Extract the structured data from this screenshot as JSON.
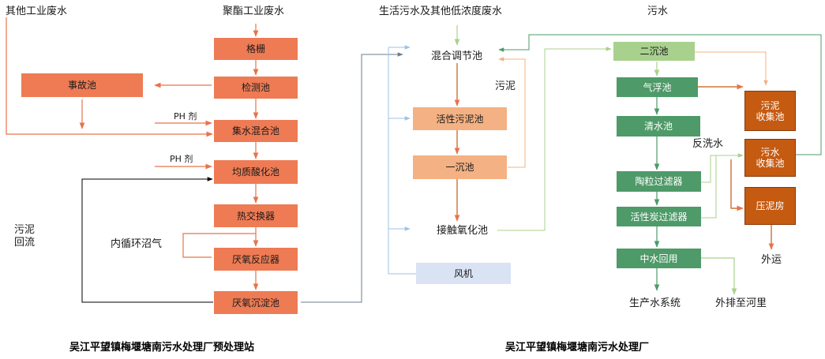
{
  "left": {
    "inputs": {
      "other_industrial": "其他工业废水",
      "polyester": "聚酯工业废水"
    },
    "boxes": {
      "grille": "格栅",
      "inspection": "检测池",
      "accident": "事故池",
      "collection_mix": "集水混合池",
      "equalization_acid": "均质酸化池",
      "heat_exchanger": "热交换器",
      "anaerobic_reactor": "厌氧反应器",
      "anaerobic_settling": "厌氧沉淀池"
    },
    "labels": {
      "ph1": "PH 剂",
      "ph2": "PH 剂",
      "sludge_return": "污泥\n回流",
      "internal_biogas": "内循环沼气"
    },
    "caption": "吴江平望镇梅堰塘南污水处理厂预处理站"
  },
  "middle": {
    "inputs": {
      "domestic": "生活污水及其他低浓度废水"
    },
    "boxes": {
      "activated_sludge": "活性污泥池",
      "primary_settling": "一沉池",
      "blower": "风机"
    },
    "labels": {
      "mix_regulation": "混合调节池",
      "sludge": "污泥",
      "contact_oxidation": "接触氧化池"
    }
  },
  "right": {
    "inputs": {
      "sewage": "污水"
    },
    "boxes": {
      "secondary_settling": "二沉池",
      "air_flotation": "气浮池",
      "clear_water": "清水池",
      "ceramic_filter": "陶粒过滤器",
      "carbon_filter": "活性炭过滤器",
      "reuse_water": "中水回用",
      "sludge_collection": "污泥\n收集池",
      "wastewater_collection": "污水\n收集池",
      "filter_press": "压泥房"
    },
    "labels": {
      "backwash": "反洗水",
      "haul_out": "外运",
      "production_water": "生产水系统",
      "discharge_river": "外排至河里"
    },
    "caption": "吴江平望镇梅堰塘南污水处理厂"
  },
  "colors": {
    "orange": "#ee7b54",
    "light_orange": "#f4b183",
    "light_green": "#a9d18e",
    "green": "#4e9a68",
    "dark_orange": "#c55a11",
    "light_blue": "#dae3f3",
    "arrow_orange": "#e8734b",
    "arrow_light_orange": "#f4b183",
    "arrow_green": "#4e9a68",
    "arrow_light_green": "#a9d18e",
    "arrow_blue": "#9dc3e6",
    "arrow_black": "#000000",
    "arrow_gray": "#6d7b8d"
  }
}
